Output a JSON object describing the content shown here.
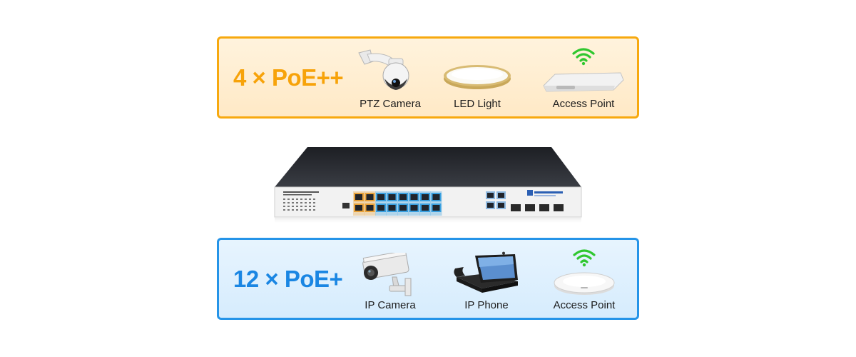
{
  "top_panel": {
    "title": "4 × PoE++",
    "accent": "#f7a90f",
    "devices": [
      {
        "label": "PTZ Camera",
        "icon": "ptz-camera-icon"
      },
      {
        "label": "LED Light",
        "icon": "led-light-icon"
      },
      {
        "label": "Access Point",
        "icon": "access-point-icon"
      }
    ]
  },
  "bottom_panel": {
    "title": "12 × PoE+",
    "accent": "#2594e8",
    "devices": [
      {
        "label": "IP Camera",
        "icon": "ip-camera-icon"
      },
      {
        "label": "IP Phone",
        "icon": "ip-phone-icon"
      },
      {
        "label": "Access Point",
        "icon": "access-point-icon"
      }
    ]
  },
  "switch": {
    "icon": "poe-switch-icon",
    "colors": {
      "poe_plus_plus_ports": "#e8a23a",
      "poe_plus_ports": "#3aa0e0"
    }
  },
  "wifi_color": "#2fc72f"
}
